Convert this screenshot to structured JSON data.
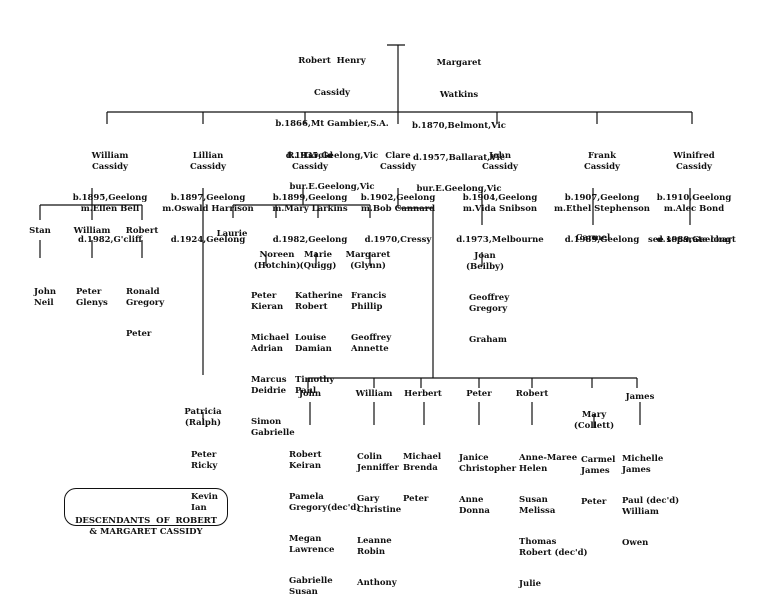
{
  "root": {
    "father": [
      "Robert  Henry",
      "Cassidy",
      "b.1866,Mt Gambier,S.A.",
      "d.1935,Geelong,Vic",
      "bur.E.Geelong,Vic"
    ],
    "mother": [
      "Margaret",
      "Watkins",
      "b.1870,Belmont,Vic",
      "d.1957,Ballarat,Vic",
      "bur.E.Geelong,Vic"
    ]
  },
  "children": {
    "william": [
      "William",
      "Cassidy",
      "b.1895,Geelong",
      "m.Ellen Bell",
      "d.1982,G'cliff"
    ],
    "lillian": [
      "Lillian",
      "Cassidy",
      "b.1897,Geelong",
      "m.Oswald Harrison",
      "d.1924,Geelong"
    ],
    "harold": [
      "R. Harold",
      "Cassidy",
      "b.1899,Geelong",
      "m.Mary Larkins",
      "d.1982,Geelong"
    ],
    "clare": [
      "Clare",
      "Cassidy",
      "b.1902,Geelong",
      "m.Bob Cannard",
      "d.1970,Cressy"
    ],
    "john": [
      "John",
      "Cassidy",
      "b.1904,Geelong",
      "m.Vida Snibson",
      "d.1973,Melbourne"
    ],
    "frank": [
      "Frank",
      "Cassidy",
      "b.1907,Geelong",
      "m.Ethel Stephenson",
      "d.1989,Geelong"
    ],
    "winifred": [
      "Winifred",
      "Cassidy",
      "b.1910,Geelong",
      "m.Alec Bond",
      "d.1989,Geelong"
    ]
  },
  "william_children": {
    "stan": "Stan",
    "stan_kids": [
      "John",
      "Neil"
    ],
    "william": "William",
    "william_kids": [
      "Peter",
      "Glenys"
    ],
    "robert": "Robert",
    "robert_kids": [
      "Ronald",
      "Gregory",
      "Peter"
    ]
  },
  "lillian_child": {
    "name": [
      "Patricia",
      "(Ralph)"
    ],
    "kids": [
      "Peter",
      "Ricky",
      "Kevin",
      "Ian"
    ]
  },
  "harold_children": {
    "laurie": "Laurie",
    "noreen": [
      "Noreen",
      "(Hotchin)"
    ],
    "noreen_kids": [
      "Peter",
      "Kieran",
      "Michael",
      "Adrian",
      "Marcus",
      "Deidrie",
      "Simon",
      "Gabrielle"
    ],
    "marie": [
      "Marie",
      "(Quigg)"
    ],
    "marie_kids": [
      "Katherine",
      "Robert",
      "Louise",
      "Damian",
      "Timothy",
      "Paul"
    ],
    "margaret": [
      "Margaret",
      "(Glynn)"
    ],
    "margaret_kids": [
      "Francis",
      "Phillip",
      "Geoffrey",
      "Annette"
    ]
  },
  "john_child": {
    "name": [
      "Joan",
      "(Beilby)"
    ],
    "kids": [
      "Geoffrey",
      "Gregory",
      "Graham"
    ]
  },
  "frank_child": "Carmel",
  "winifred_note": "see separate chart",
  "clare_children": [
    {
      "name": [
        "John"
      ],
      "kids": [
        "Robert",
        "Keiran",
        "Pamela",
        "Gregory(dec'd)",
        "Megan",
        "Lawrence",
        "Gabrielle",
        "Susan"
      ]
    },
    {
      "name": [
        "William"
      ],
      "kids": [
        "Colin",
        "Jenniffer",
        "Gary",
        "Christine",
        "Leanne",
        "Robin",
        "Anthony"
      ]
    },
    {
      "name": [
        "Herbert"
      ],
      "kids": [
        "Michael",
        "Brenda",
        "Peter"
      ]
    },
    {
      "name": [
        "Peter"
      ],
      "kids": [
        "Janice",
        "Christopher",
        "Anne",
        "Donna"
      ]
    },
    {
      "name": [
        "Robert"
      ],
      "kids": [
        "Anne-Maree",
        "Helen",
        "Susan",
        "Melissa",
        "Thomas",
        "Robert (dec'd)",
        "Julie"
      ]
    },
    {
      "name": [
        "Mary",
        "(Collett)"
      ],
      "kids": [
        "Carmel",
        "James",
        "Peter"
      ]
    },
    {
      "name": [
        "James"
      ],
      "kids": [
        "Michelle",
        "James",
        "Paul (dec'd)",
        "William",
        "Owen"
      ]
    }
  ],
  "title": [
    "DESCENDANTS  OF  ROBERT",
    "& MARGARET CASSIDY"
  ]
}
